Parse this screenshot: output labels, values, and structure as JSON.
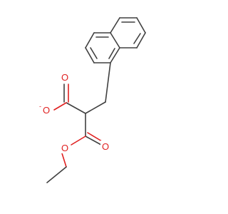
{
  "molecule": {
    "atoms": {
      "carbonyl_o_top": "O",
      "carboxylate_o": "O",
      "charge": "-",
      "ester_carbonyl_o": "O",
      "ester_o": "O"
    },
    "colors": {
      "bond": "#404040",
      "oxygen": "#e02020",
      "background": "#ffffff"
    }
  }
}
